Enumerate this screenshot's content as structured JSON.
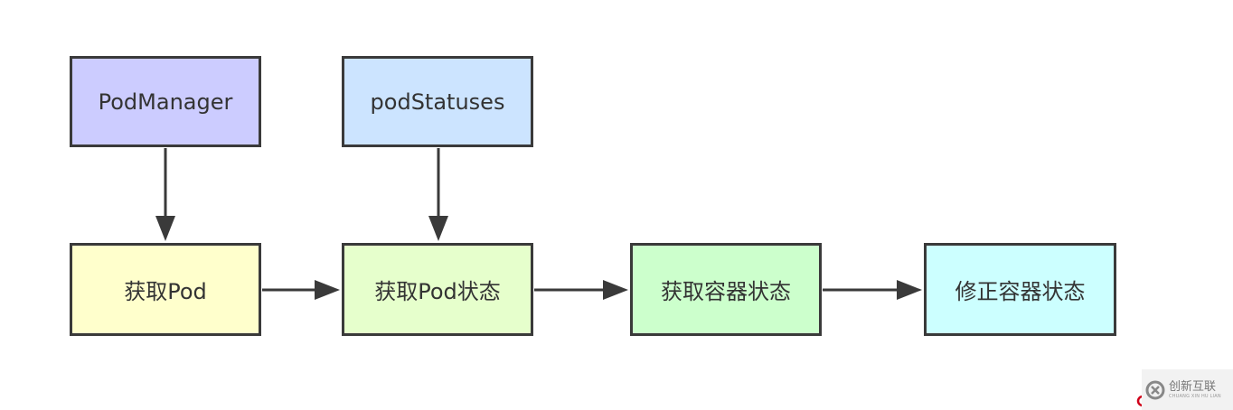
{
  "diagram": {
    "nodes": [
      {
        "id": "podmanager",
        "label": "PodManager",
        "fill": "#ccccff"
      },
      {
        "id": "podstatuses",
        "label": "podStatuses",
        "fill": "#cce4ff"
      },
      {
        "id": "getpod",
        "label": "获取Pod",
        "fill": "#ffffcc"
      },
      {
        "id": "getpodstat",
        "label": "获取Pod状态",
        "fill": "#e6ffcc"
      },
      {
        "id": "getcont",
        "label": "获取容器状态",
        "fill": "#ccffcc"
      },
      {
        "id": "fixcont",
        "label": "修正容器状态",
        "fill": "#ccffff"
      }
    ],
    "edges": [
      {
        "from": "podmanager",
        "to": "getpod"
      },
      {
        "from": "podstatuses",
        "to": "getpodstat"
      },
      {
        "from": "getpod",
        "to": "getpodstat"
      },
      {
        "from": "getpodstat",
        "to": "getcont"
      },
      {
        "from": "getcont",
        "to": "fixcont"
      }
    ],
    "border_color": "#3a3a3a",
    "arrow_color": "#3a3a3a"
  },
  "watermark": {
    "text_cn": "创新互联",
    "text_en": "CHUANG XIN HU LIAN",
    "logo_color": "#888888",
    "accent_color": "#d0021b"
  }
}
